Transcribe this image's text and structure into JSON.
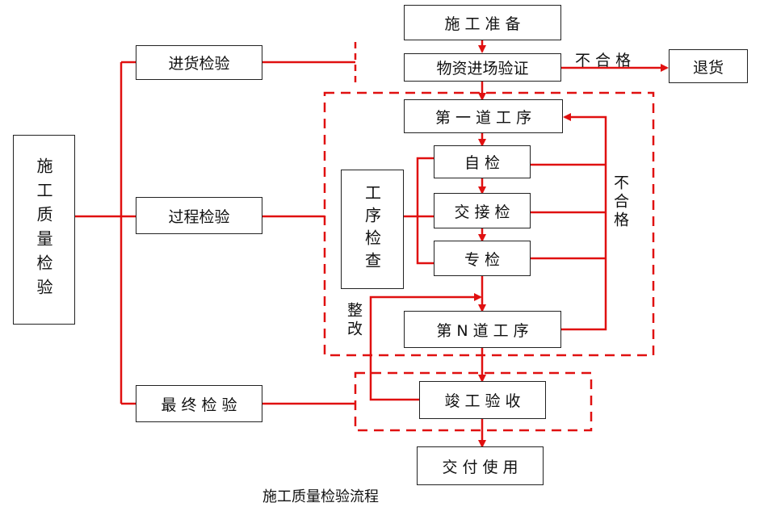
{
  "nodes": {
    "prep": "施 工 准 备",
    "material": "物资进场验证",
    "return": "退货",
    "first": "第 一 道 工 序",
    "self": "自    检",
    "handover": "交 接 检",
    "special": "专    检",
    "nth": "第 N 道 工 序",
    "completion": "竣 工 验 收",
    "delivery": "交 付 使 用",
    "quality": "施工质量检验",
    "incoming": "进货检验",
    "process": "过程检验",
    "final": "最 终 检 验",
    "procedure_check": "工序检查"
  },
  "labels": {
    "fail_top": "不 合 格",
    "fail_right": "不合格",
    "rectify": "整改"
  },
  "caption": "施工质量检验流程",
  "colors": {
    "flow": "#e01010",
    "border": "#222222"
  }
}
